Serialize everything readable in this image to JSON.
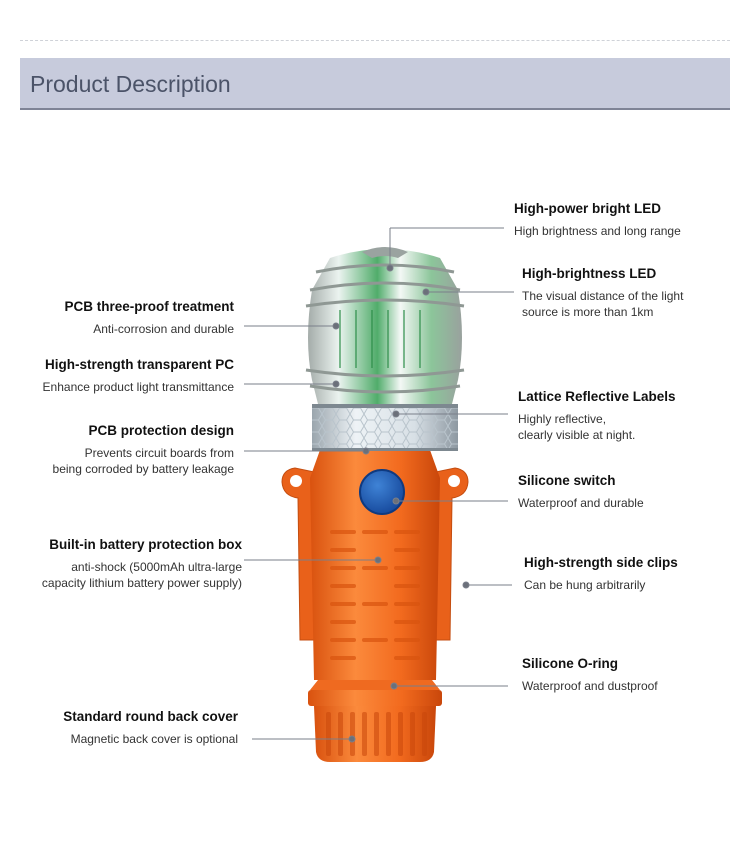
{
  "section_title": "Product Description",
  "colors": {
    "header_bg": "#c7cbdc",
    "body_orange": "#f26a1e",
    "switch_blue": "#1d5fb8",
    "lens_green": "#2fa84f"
  },
  "features": {
    "high_power_led": {
      "title": "High-power bright LED",
      "desc": "High brightness and long range"
    },
    "high_brightness_led": {
      "title": "High-brightness LED",
      "desc": "The visual distance of the light\nsource is more than 1km"
    },
    "pcb_three_proof": {
      "title": "PCB three-proof treatment",
      "desc": "Anti-corrosion and durable"
    },
    "transparent_pc": {
      "title": "High-strength transparent PC",
      "desc": "Enhance product light transmittance"
    },
    "reflective_labels": {
      "title": "Lattice Reflective Labels",
      "desc": "Highly reflective,\nclearly visible at night."
    },
    "pcb_protection": {
      "title": "PCB protection design",
      "desc": "Prevents circuit boards from\nbeing corroded by battery leakage"
    },
    "silicone_switch": {
      "title": "Silicone switch",
      "desc": "Waterproof and durable"
    },
    "battery_box": {
      "title": "Built-in battery protection box",
      "desc": "anti-shock (5000mAh ultra-large\ncapacity lithium battery power supply)"
    },
    "side_clips": {
      "title": "High-strength side clips",
      "desc": "Can be hung arbitrarily"
    },
    "o_ring": {
      "title": "Silicone O-ring",
      "desc": "Waterproof and dustproof"
    },
    "back_cover": {
      "title": "Standard round back cover",
      "desc": "Magnetic back cover is optional"
    }
  }
}
